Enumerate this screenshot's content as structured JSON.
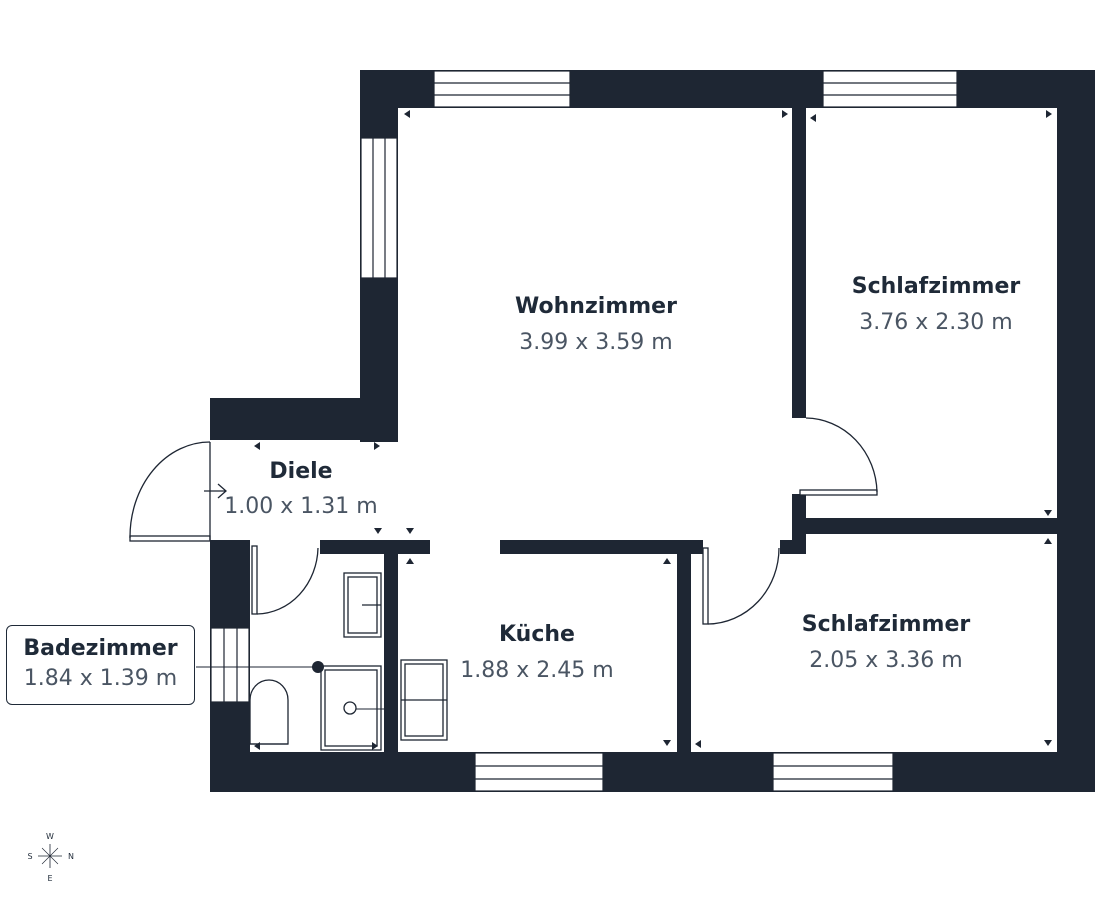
{
  "colors": {
    "wall": "#1e2633",
    "window": "#ffffff",
    "text_name": "#1f2a38",
    "text_dim": "#4a5563"
  },
  "rooms": {
    "wohnzimmer": {
      "name": "Wohnzimmer",
      "dims": "3.99 x 3.59 m"
    },
    "schlafzimmer_1": {
      "name": "Schlafzimmer",
      "dims": "3.76 x 2.30 m"
    },
    "diele": {
      "name": "Diele",
      "dims": "1.00 x 1.31 m"
    },
    "kueche": {
      "name": "Küche",
      "dims": "1.88 x 2.45 m"
    },
    "schlafzimmer_2": {
      "name": "Schlafzimmer",
      "dims": "2.05 x 3.36 m"
    },
    "badezimmer": {
      "name": "Badezimmer",
      "dims": "1.84 x 1.39 m"
    }
  },
  "compass": {
    "north": "N",
    "south": "S",
    "east": "E",
    "west": "W"
  }
}
